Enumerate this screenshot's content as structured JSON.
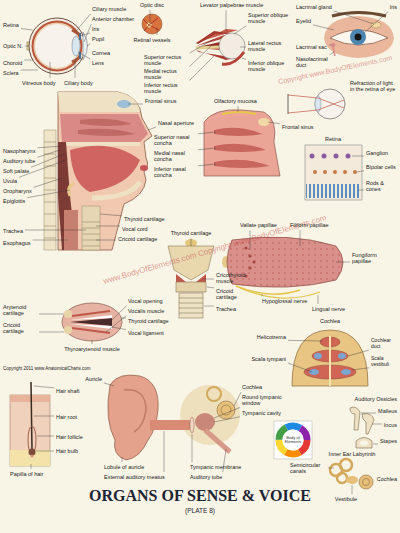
{
  "diagram": {
    "title": "ORGANS OF SENSE & VOICE",
    "caption": "(PLATE 8)",
    "nodes": [
      {
        "text": [
          "Body of Elements"
        ]
      }
    ],
    "labels": [
      "Retina",
      "Optic N.",
      "Choroid",
      "Sclera",
      "Vitreous body",
      "Ciliary body",
      "Ciliary muscle",
      "Anterior chamber",
      "Iris",
      "Pupil",
      "Cornea",
      "Lens",
      "Optic disc",
      "Retinal vessels",
      "Levator palpebrae muscle",
      "Superior oblique muscle",
      "Superior rectus muscle",
      "Medial rectus muscle",
      "Inferior rectus muscle",
      "Lateral rectus muscle",
      "Inferior oblique muscle",
      "Lacrimal gland",
      "Eyelid",
      "Iris",
      "Lacrimal sac",
      "Nasolacrimal duct",
      "Refraction of light in the retina of eye",
      "Nasopharynx",
      "Auditory tube",
      "Soft palate",
      "Uvula",
      "Oropharynx",
      "Epiglottis",
      "Trachea",
      "Esophagus",
      "Frontal sinus",
      "Nasal aperture",
      "Thyroid cartilage",
      "Vocal cord",
      "Cricoid cartilage",
      "Olfactory mucosa",
      "Superior nasal concha",
      "Medial nasal concha",
      "Inferior nasal concha",
      "Frontal sinus",
      "Retina",
      "Ganglion",
      "Bipolar cells",
      "Rods & cones",
      "Vallate papillae",
      "Filiform papillae",
      "Fungiform papillae",
      "Hypoglossal nerve",
      "Lingual nerve",
      "Thyroid cartilage",
      "Cricothyroid muscle",
      "Cricoid cartilage",
      "Trachea",
      "Vocal opening",
      "Vocalis muscle",
      "Thyroid cartilage",
      "Vocal ligament",
      "Thyroarytenoid muscle",
      "Arytenoid cartilage",
      "Cricoid cartilage",
      "Copyright 2011 www.AnatomicalCharts.com",
      "Cochlea",
      "Helicotrema",
      "Scala tympani",
      "Cochlear duct",
      "Scala vestibuli",
      "Hair shaft",
      "Hair root",
      "Hair follicle",
      "Hair bulb",
      "Papilla of hair",
      "Auricle",
      "Cochlea",
      "Round tympanic window",
      "Tympanic cavity",
      "Lobule of auricle",
      "External auditory meatus",
      "Tympanic membrane",
      "Auditory tube",
      "Auditory Ossicles",
      "Malleus",
      "Incus",
      "Stapes",
      "Inner Ear Labyrinth",
      "Semicircular canals",
      "Vestibule",
      "Cochlea",
      "Copyright www.BodyOfElements.com",
      "www.BodyOfElements.com Copyright www.BodyOfElements.com"
    ]
  }
}
